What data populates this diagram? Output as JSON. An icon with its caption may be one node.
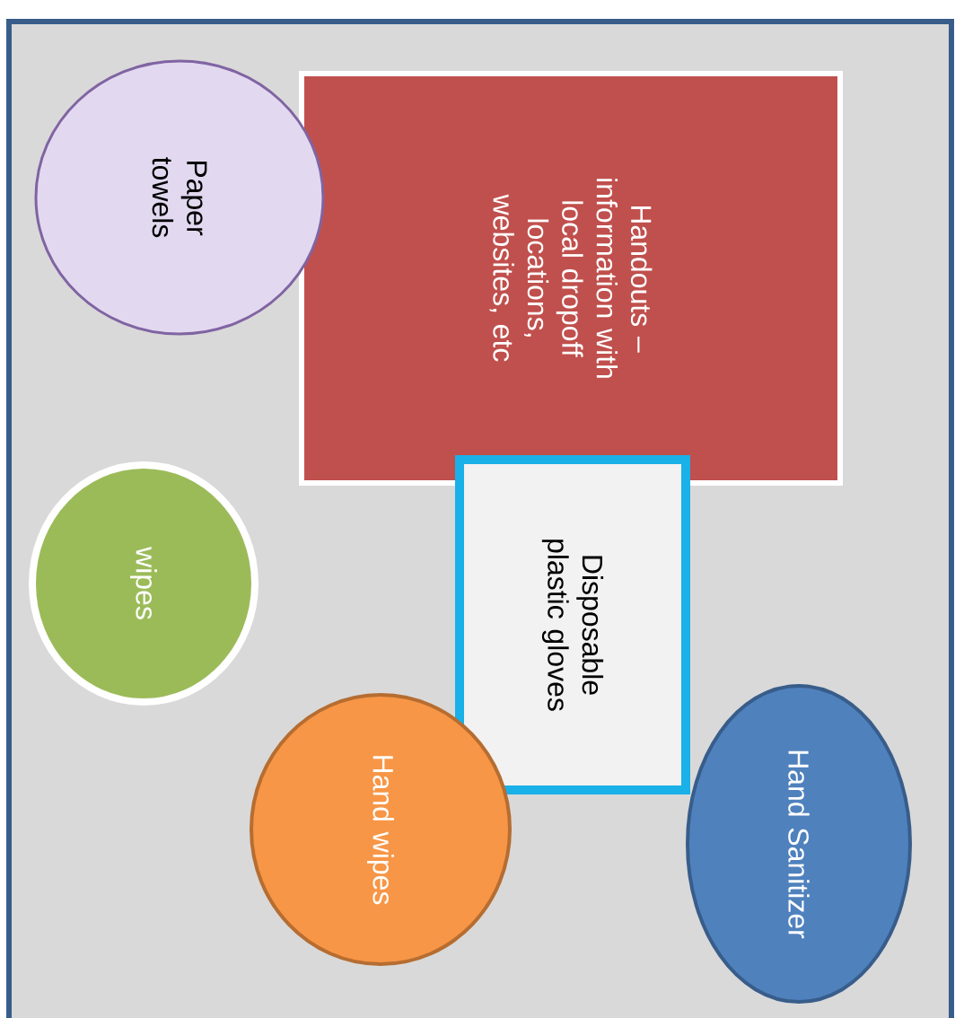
{
  "diagram": {
    "nodes": [
      {
        "text": [
          "Handouts – information with local dropoff locations, websites, etc"
        ]
      },
      {
        "text": [
          "Paper towels"
        ]
      },
      {
        "text": [
          "Disposable plastic gloves"
        ]
      },
      {
        "text": [
          "wipes"
        ]
      },
      {
        "text": [
          "Hand wipes"
        ]
      },
      {
        "text": [
          "Hand Sanitizer"
        ]
      }
    ]
  }
}
